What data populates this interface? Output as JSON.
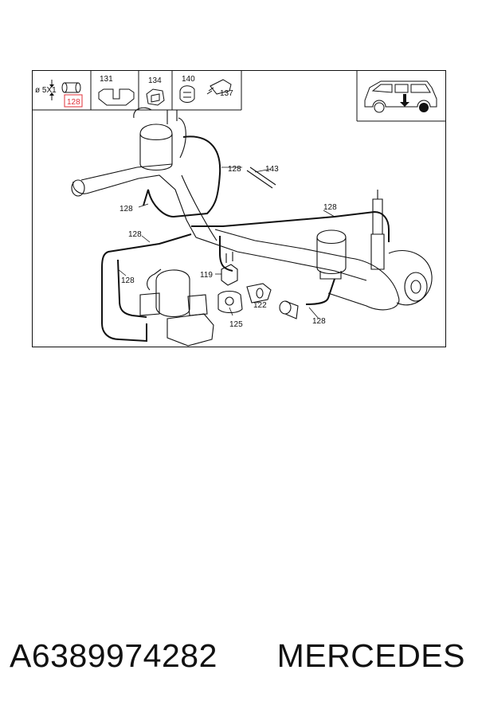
{
  "legend": {
    "tube_diameter": "ø 5X1",
    "tube_part": "128",
    "parts": [
      "131",
      "134",
      "140",
      "137"
    ]
  },
  "callouts": {
    "c128_a": "128",
    "c143": "143",
    "c128_b": "128",
    "c128_c": "128",
    "c128_d": "128",
    "c128_e": "128",
    "c119": "119",
    "c122": "122",
    "c125": "125",
    "c128_f": "128"
  },
  "footer": {
    "part_number": "A6389974282",
    "brand": "MERCEDES"
  },
  "colors": {
    "line": "#111111",
    "highlight": "#e0303a"
  }
}
